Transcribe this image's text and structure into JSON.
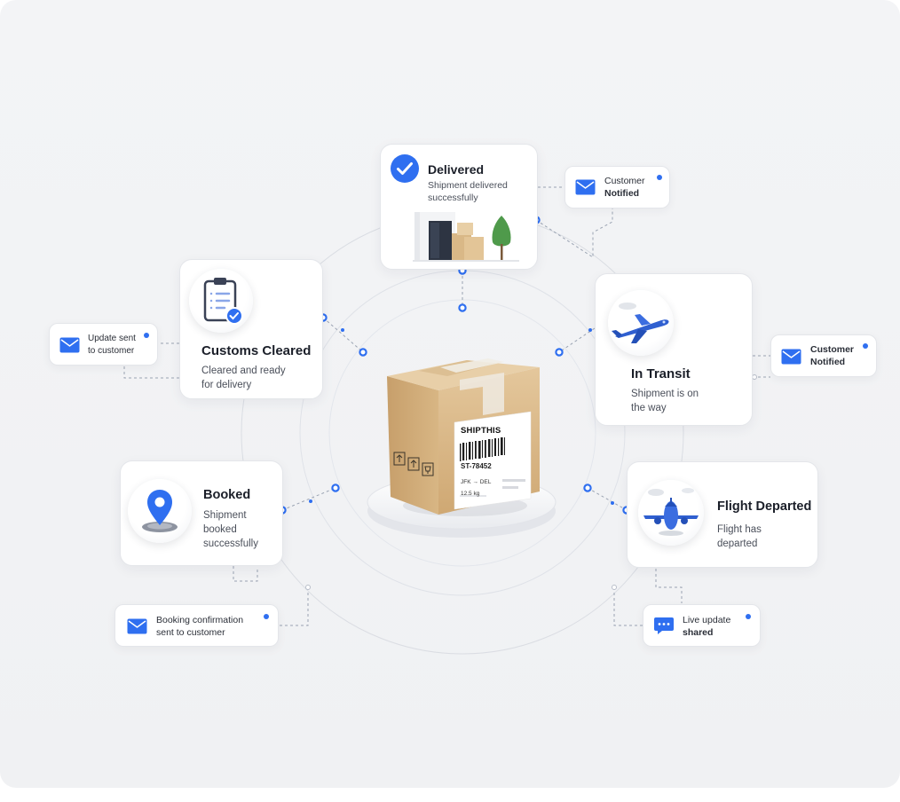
{
  "accent_color": "#2f6ff0",
  "center": {
    "brand": "SHIPTHIS",
    "tracking_id": "ST-78452",
    "route_from": "JFK",
    "route_arrow": "→",
    "route_to": "DEL",
    "weight": "12.5 kg"
  },
  "stages": {
    "delivered": {
      "title": "Delivered",
      "desc_1": "Shipment delivered",
      "desc_2": "successfully",
      "icon": "check-circle-icon"
    },
    "customs": {
      "title": "Customs Cleared",
      "desc_1": "Cleared and ready",
      "desc_2": "for delivery",
      "icon": "clipboard-check-icon"
    },
    "transit": {
      "title": "In Transit",
      "desc_1": "Shipment is on",
      "desc_2": "the way",
      "icon": "airplane-icon"
    },
    "booked": {
      "title": "Booked",
      "desc_1": "Shipment",
      "desc_2": "booked",
      "desc_3": "successfully",
      "icon": "location-pin-icon"
    },
    "departed": {
      "title": "Flight Departed",
      "desc_1": "Flight has",
      "desc_2": "departed",
      "icon": "airplane-front-icon"
    }
  },
  "notifications": {
    "delivered": {
      "line1": "Customer",
      "line2": "Notified",
      "icon": "envelope-icon"
    },
    "customs": {
      "line1": "Update sent",
      "line2": "to customer",
      "icon": "envelope-icon"
    },
    "transit": {
      "line1": "Customer",
      "line2": "Notified",
      "icon": "envelope-icon"
    },
    "booked": {
      "line1": "Booking confirmation",
      "line2": "sent to customer",
      "icon": "envelope-icon"
    },
    "departed": {
      "line1": "Live update",
      "line2": "shared",
      "icon": "chat-bubble-icon"
    }
  }
}
